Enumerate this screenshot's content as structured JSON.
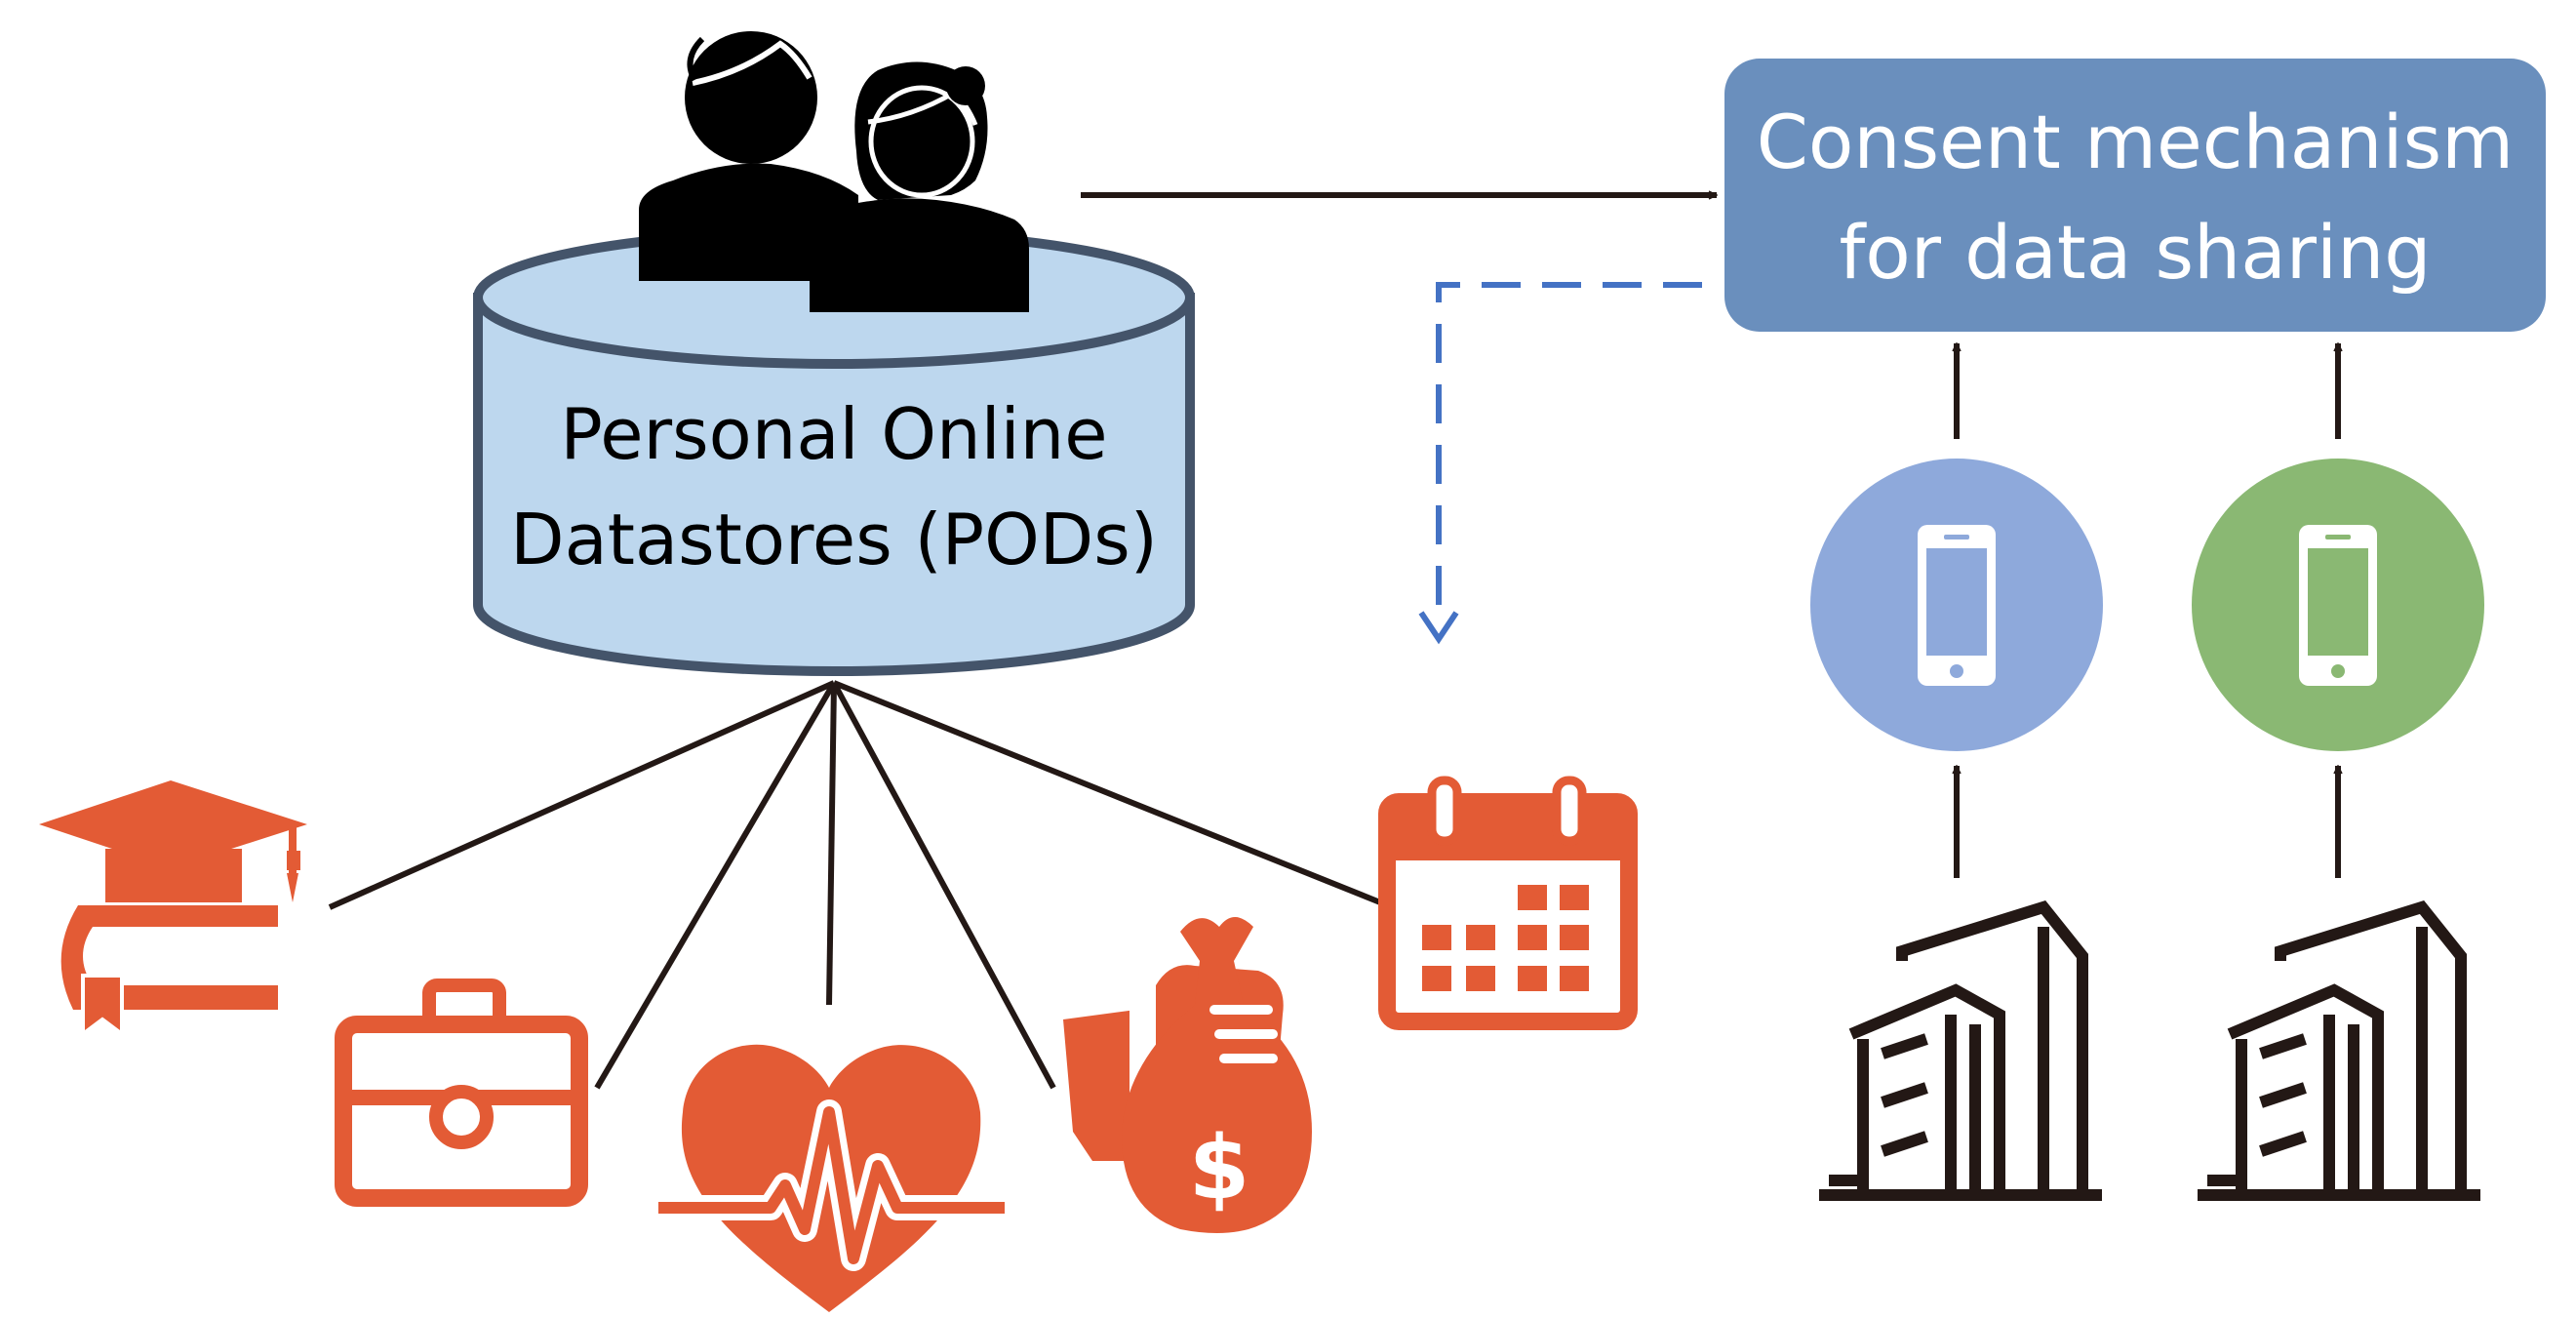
{
  "pod": {
    "line1": "Personal Online",
    "line2": "Datastores (PODs)"
  },
  "consent": {
    "line1": "Consent mechanism",
    "line2": "for data sharing"
  },
  "colors": {
    "pod_fill": "#bdd7ee",
    "pod_stroke": "#44546a",
    "consent_box": "#6a8fbd",
    "phone_circle_1": "#8ea9db",
    "phone_circle_2": "#8ab873",
    "data_icons": "#e35b35",
    "lines": "#231815",
    "dashed_arrow": "#4472c4"
  },
  "icons": {
    "people": "people-icon",
    "education": "graduation-books-icon",
    "work": "briefcase-icon",
    "health": "heart-pulse-icon",
    "finance": "money-bag-icon",
    "calendar": "calendar-icon",
    "phone": "smartphone-icon",
    "company": "office-building-icon"
  }
}
